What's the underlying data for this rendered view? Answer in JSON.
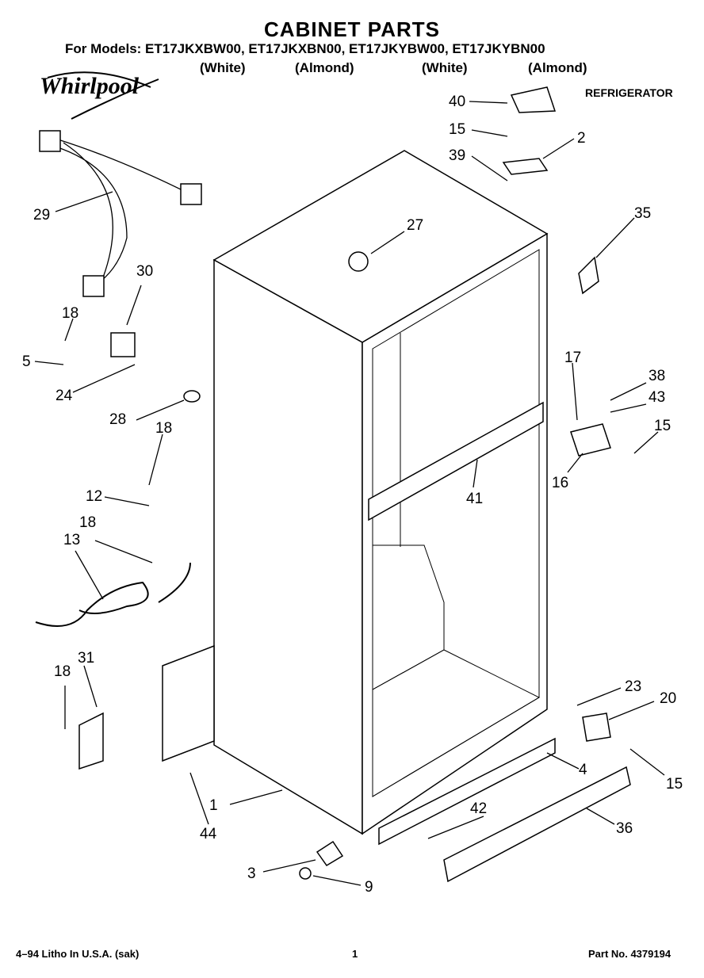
{
  "header": {
    "title": "CABINET PARTS",
    "models_line": "For Models: ET17JKXBW00, ET17JKXBN00, ET17JKYBW00, ET17JKYBN00",
    "colors": [
      "(White)",
      "(Almond)",
      "(White)",
      "(Almond)"
    ],
    "brand": "Whirlpool",
    "product_type": "REFRIGERATOR"
  },
  "callouts": [
    "40",
    "15",
    "2",
    "39",
    "35",
    "27",
    "29",
    "30",
    "18",
    "5",
    "24",
    "28",
    "18",
    "12",
    "18",
    "13",
    "17",
    "38",
    "43",
    "15",
    "16",
    "41",
    "18",
    "31",
    "23",
    "20",
    "4",
    "15",
    "1",
    "44",
    "42",
    "36",
    "3",
    "9"
  ],
  "footer": {
    "litho": "4–94 Litho In U.S.A. (sak)",
    "page": "1",
    "part_no": "Part No. 4379194"
  }
}
